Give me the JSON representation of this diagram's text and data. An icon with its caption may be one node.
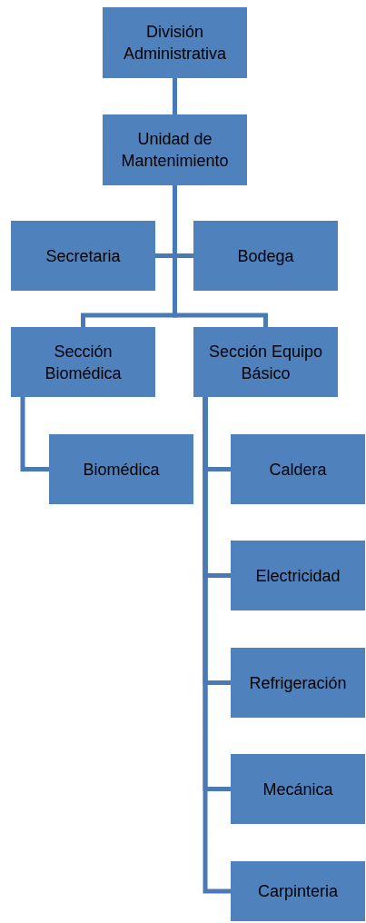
{
  "diagram": {
    "nodes": [
      {
        "text": [
          "División Administrativa"
        ]
      },
      {
        "text": [
          "Unidad de Mantenimiento"
        ]
      },
      {
        "text": [
          "Secretaria"
        ]
      },
      {
        "text": [
          "Bodega"
        ]
      },
      {
        "text": [
          "Sección Biomédica"
        ]
      },
      {
        "text": [
          "Sección Equipo Básico"
        ]
      },
      {
        "text": [
          "Biomédica"
        ]
      },
      {
        "text": [
          "Caldera"
        ]
      },
      {
        "text": [
          "Electricidad"
        ]
      },
      {
        "text": [
          "Refrigeración"
        ]
      },
      {
        "text": [
          "Mecánica"
        ]
      },
      {
        "text": [
          "Carpinteria"
        ]
      }
    ],
    "edges": [
      {
        "from": 0,
        "to": 1,
        "arrow": "none"
      },
      {
        "from": 1,
        "to": 2,
        "arrow": "none"
      },
      {
        "from": 1,
        "to": 3,
        "arrow": "none"
      },
      {
        "from": 1,
        "to": 4,
        "arrow": "none"
      },
      {
        "from": 1,
        "to": 5,
        "arrow": "none"
      },
      {
        "from": 4,
        "to": 6,
        "arrow": "none"
      },
      {
        "from": 5,
        "to": 7,
        "arrow": "none"
      },
      {
        "from": 5,
        "to": 8,
        "arrow": "none"
      },
      {
        "from": 5,
        "to": 9,
        "arrow": "none"
      },
      {
        "from": 5,
        "to": 10,
        "arrow": "none"
      },
      {
        "from": 5,
        "to": 11,
        "arrow": "none"
      }
    ]
  }
}
